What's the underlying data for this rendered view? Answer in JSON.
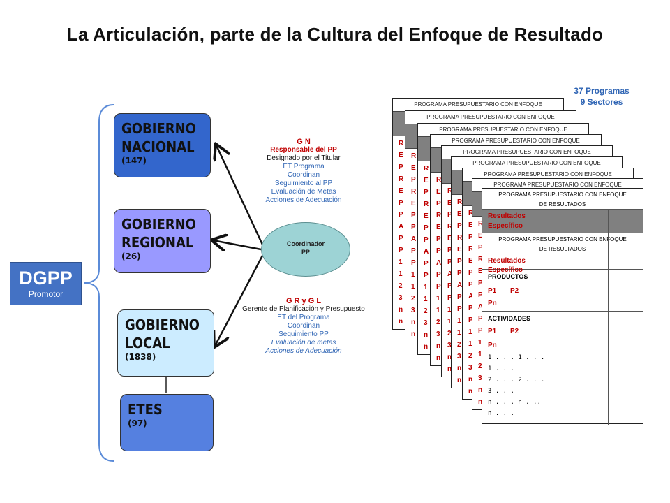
{
  "title": "La Articulación, parte de la Cultura del Enfoque de Resultado",
  "programs": {
    "line1": "37 Programas",
    "line2": "9 Sectores"
  },
  "dgpp": {
    "title": "DGPP",
    "subtitle": "Promotor"
  },
  "coordinator": {
    "line1": "Coordinador",
    "line2": "PP"
  },
  "levels": [
    {
      "name": "GOBIERNO\nNACIONAL",
      "count": "(147)",
      "color": "#3366cc"
    },
    {
      "name": "GOBIERNO\nREGIONAL",
      "count": "(26)",
      "color": "#9999ff"
    },
    {
      "name": "GOBIERNO\nLOCAL",
      "count": "(1838)",
      "color": "#ccecff"
    },
    {
      "name": "ETES",
      "count": "(97)",
      "color": "#5580e0"
    }
  ],
  "gn": {
    "heading": "G N",
    "role": "Responsable del PP",
    "designated": "Designado por el Titular",
    "program": "ET Programa",
    "coord": "Coordinan",
    "follow": "Seguimiento al PP",
    "eval": "Evaluación  de Metas",
    "actions": "Acciones de Adecuación"
  },
  "grgl": {
    "heading": "G R  y  G L",
    "role": "Gerente de Planificación y Presupuesto",
    "program": "ET del Programa",
    "coord": "Coordinan",
    "follow": "Seguimiento PP",
    "eval": "Evaluación  de metas",
    "actions": "Acciones de  Adecuación"
  },
  "sheet": {
    "header": "PROGRAMA PRESUPUESTARIO CON ENFOQUE",
    "header2": "DE RESULTADOS",
    "result_line1": "Resultados",
    "result_line2": "Específico",
    "products": "PRODUCTOS",
    "p1": "P1",
    "p2": "P2",
    "pn": "Pn",
    "activities": "ACTIVIDADES",
    "a1": "1 . . .   1 . . .",
    "a2": "1 . . .",
    "a3": "2 . . .   2 . . .",
    "a4": "3 . . .",
    "a5": "n . . .   n . ..",
    "a6": "n . . ."
  },
  "colors": {
    "dgpp": "#4472c4",
    "ellipse": "#9dd3d5",
    "red_text": "#c00000",
    "blue_text": "#2e64b4"
  }
}
